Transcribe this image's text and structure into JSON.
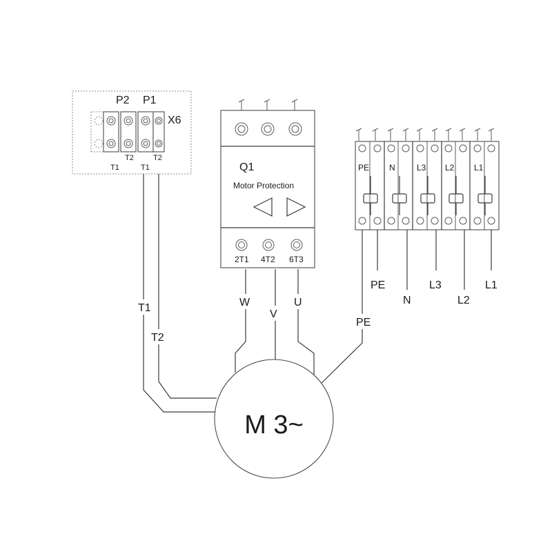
{
  "x6_block": {
    "title": "X6",
    "top_labels": [
      "P2",
      "P1"
    ],
    "bottom_labels_upper": [
      "T2",
      "T2"
    ],
    "bottom_labels_lower": [
      "T1",
      "T1"
    ]
  },
  "motor_protection": {
    "id": "Q1",
    "name": "Motor Protection",
    "output_terminals": [
      "2T1",
      "4T2",
      "6T3"
    ]
  },
  "power_terminals": {
    "labels": [
      "PE",
      "N",
      "L3",
      "L2",
      "L1"
    ]
  },
  "wires": {
    "motor_phases": [
      "W",
      "V",
      "U"
    ],
    "thermal": [
      "T1",
      "T2"
    ],
    "pe": "PE",
    "supply": [
      "PE",
      "N",
      "L3",
      "L2",
      "L1"
    ]
  },
  "motor": {
    "label": "M 3~"
  }
}
